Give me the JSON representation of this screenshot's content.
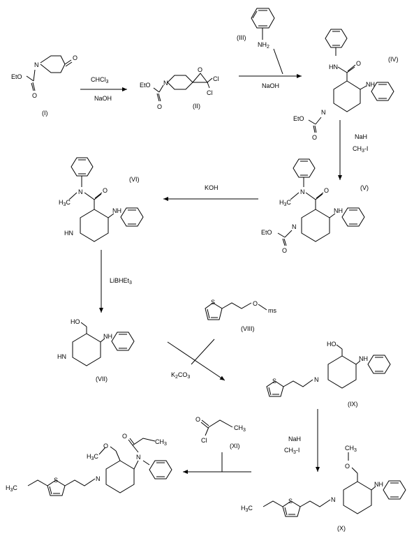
{
  "labels": {
    "c1": "(I)",
    "c2": "(II)",
    "c3": "(III)",
    "c4": "(IV)",
    "c5": "(V)",
    "c6": "(VI)",
    "c7": "(VII)",
    "c8": "(VIII)",
    "c9": "(IX)",
    "c10": "(X)",
    "c11": "(XI)"
  },
  "reagents": {
    "s1_top": "CHCl3",
    "s1_bot": "NaOH",
    "s2_bot": "NaOH",
    "s3_top": "NaH",
    "s3_bot": "CH3-I",
    "s4_top": "KOH",
    "s5": "LiBHEt3",
    "s6": "K2CO3",
    "s7_top": "NaH",
    "s7_bot": "CH3-I"
  },
  "atoms": {
    "O": "O",
    "Cl": "Cl",
    "N": "N",
    "NH": "NH",
    "HN": "HN",
    "NH2": "NH2",
    "OEt": "EtO",
    "CH3": "CH3",
    "H3C": "H3C",
    "HO": "HO",
    "S": "S",
    "ms": "ms"
  }
}
